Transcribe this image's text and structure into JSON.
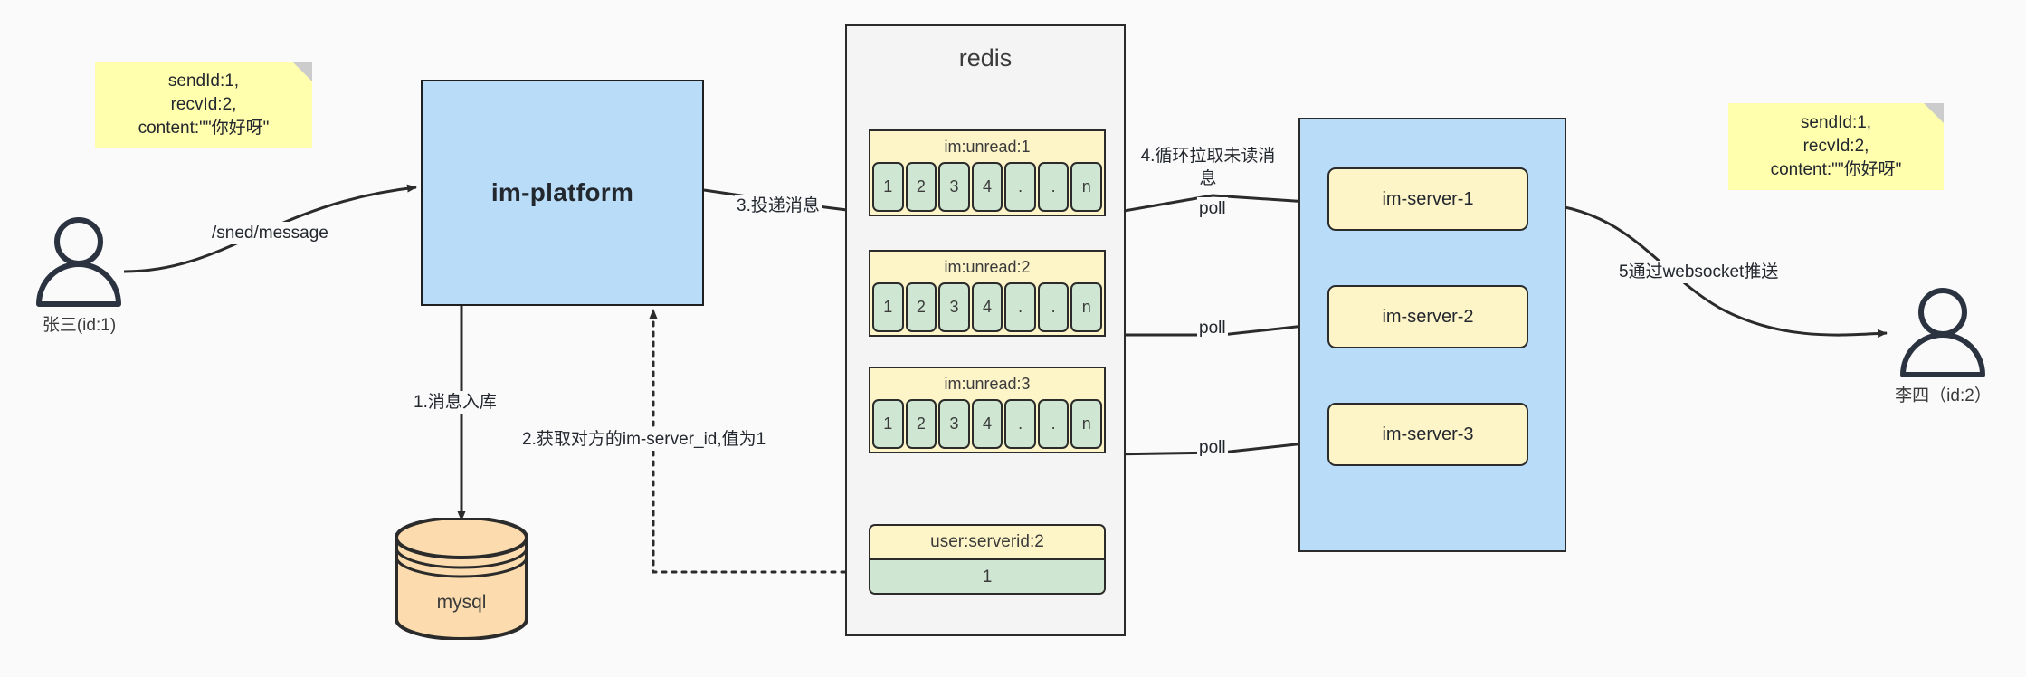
{
  "diagram": {
    "title": "IM message delivery architecture",
    "colors": {
      "note": "#ffffae",
      "platform": "#b9dcf9",
      "server_group": "#b9dcf9",
      "server_node": "#fdf5c8",
      "redis_frame": "#f4f4f4",
      "list_key": "#fdf5c8",
      "list_cell": "#cfe7d2",
      "mysql": "#fcdcae",
      "stroke": "#2b2b2b",
      "background": "#fafafa"
    }
  },
  "notes": [
    {
      "id": "note-left",
      "text": "sendId:1,\nrecvId:2,\ncontent:\"\"你好呀\""
    },
    {
      "id": "note-right",
      "text": "sendId:1,\nrecvId:2,\ncontent:\"\"你好呀\""
    }
  ],
  "actors": [
    {
      "id": "sender",
      "caption": "张三(id:1)"
    },
    {
      "id": "receiver",
      "caption": "李四（id:2）"
    }
  ],
  "platform": {
    "label": "im-platform"
  },
  "database": {
    "label": "mysql"
  },
  "redis": {
    "title": "redis",
    "lists": [
      {
        "key": "im:unread:1",
        "cells": [
          "1",
          "2",
          "3",
          "4",
          ".",
          ".",
          "n"
        ]
      },
      {
        "key": "im:unread:2",
        "cells": [
          "1",
          "2",
          "3",
          "4",
          ".",
          ".",
          "n"
        ]
      },
      {
        "key": "im:unread:3",
        "cells": [
          "1",
          "2",
          "3",
          "4",
          ".",
          ".",
          "n"
        ]
      }
    ],
    "kv": {
      "key": "user:serverid:2",
      "value": "1"
    }
  },
  "server_group": {
    "nodes": [
      {
        "label": "im-server-1"
      },
      {
        "label": "im-server-2"
      },
      {
        "label": "im-server-3"
      }
    ]
  },
  "edges": [
    {
      "id": "edge-send",
      "label": "/sned/message"
    },
    {
      "id": "edge-store",
      "label": "1.消息入库"
    },
    {
      "id": "edge-lookup",
      "label": "2.获取对方的im-server_id,值为1"
    },
    {
      "id": "edge-deliver",
      "label": "3.投递消息"
    },
    {
      "id": "edge-pull",
      "label": "4.循环拉取未读消\n息"
    },
    {
      "id": "edge-poll-1",
      "label": "poll"
    },
    {
      "id": "edge-poll-2",
      "label": "poll"
    },
    {
      "id": "edge-poll-3",
      "label": "poll"
    },
    {
      "id": "edge-websocket",
      "label": "5通过websocket推送"
    }
  ]
}
